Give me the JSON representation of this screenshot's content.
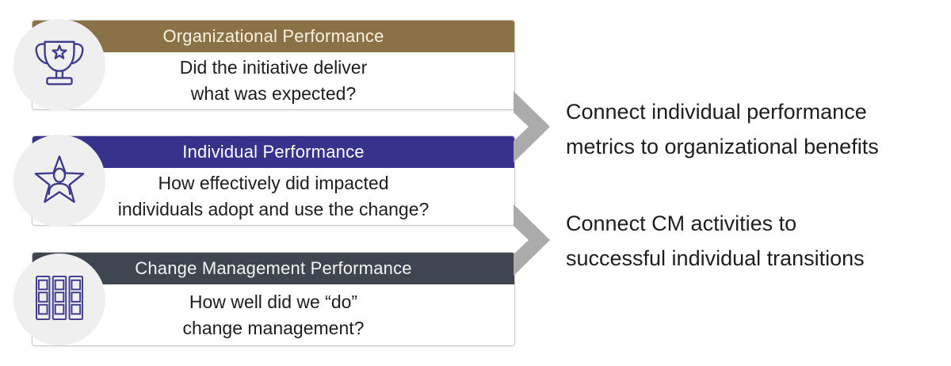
{
  "cards": [
    {
      "header": "Organizational Performance",
      "header_color": "#8a7146",
      "header_text_color": "#f8f1e0",
      "body_line1": "Did the initiative deliver",
      "body_line2": "what was expected?",
      "icon": "trophy-icon"
    },
    {
      "header": "Individual Performance",
      "header_color": "#37338c",
      "header_text_color": "#ffffff",
      "body_line1": "How effectively did impacted",
      "body_line2": "individuals adopt and use the change?",
      "icon": "star-person-icon"
    },
    {
      "header": "Change Management Performance",
      "header_color": "#3f4650",
      "header_text_color": "#f4f4f4",
      "body_line1": "How well did we “do”",
      "body_line2": "change management?",
      "icon": "kanban-board-icon"
    }
  ],
  "annotations": [
    {
      "icon": "chevron-right-arrow-icon",
      "line1": "Connect individual performance",
      "line2": "metrics to organizational benefits"
    },
    {
      "icon": "chevron-right-arrow-icon",
      "line1": "Connect CM activities to",
      "line2": "successful individual transitions"
    }
  ],
  "colors": {
    "icon_stroke": "#3d3a8d",
    "icon_circle_fill": "#efefef",
    "arrow_fill": "#ababab",
    "card_border": "#c8c8c8",
    "body_text": "#1d1d1d"
  }
}
